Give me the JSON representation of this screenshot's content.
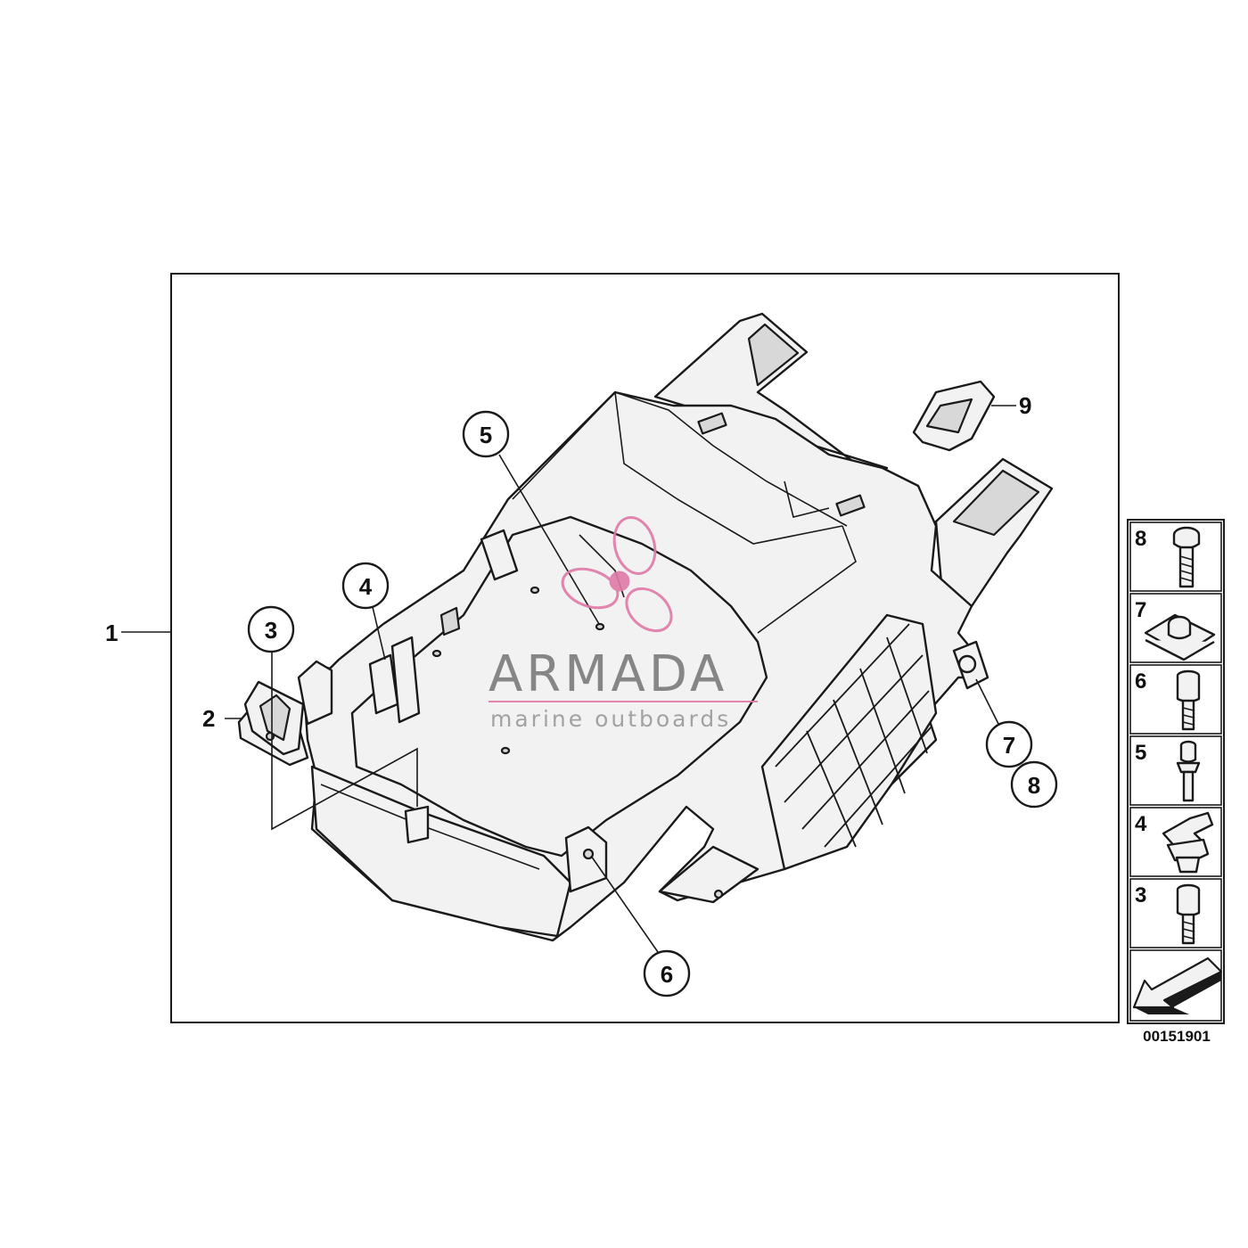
{
  "diagram": {
    "part_number_label": "1",
    "callouts": [
      {
        "id": "2",
        "style": "plain"
      },
      {
        "id": "3",
        "style": "circle"
      },
      {
        "id": "4",
        "style": "circle"
      },
      {
        "id": "5",
        "style": "circle"
      },
      {
        "id": "6",
        "style": "circle"
      },
      {
        "id": "7",
        "style": "circle"
      },
      {
        "id": "8",
        "style": "circle"
      },
      {
        "id": "9",
        "style": "plain"
      }
    ],
    "side_legend": [
      {
        "label": "8",
        "icon": "torx-bolt-icon"
      },
      {
        "label": "7",
        "icon": "clip-nut-icon"
      },
      {
        "label": "6",
        "icon": "socket-screw-icon"
      },
      {
        "label": "5",
        "icon": "pin-screw-icon"
      },
      {
        "label": "4",
        "icon": "cable-clip-icon"
      },
      {
        "label": "3",
        "icon": "socket-screw-icon"
      },
      {
        "label": "",
        "icon": "arrow-icon"
      }
    ],
    "diagram_code": "00151901"
  },
  "watermark": {
    "title": "ARMADA",
    "subtitle": "marine outboards",
    "logo_icon": "propeller-logo-icon",
    "accent_color": "#e07aa8"
  }
}
